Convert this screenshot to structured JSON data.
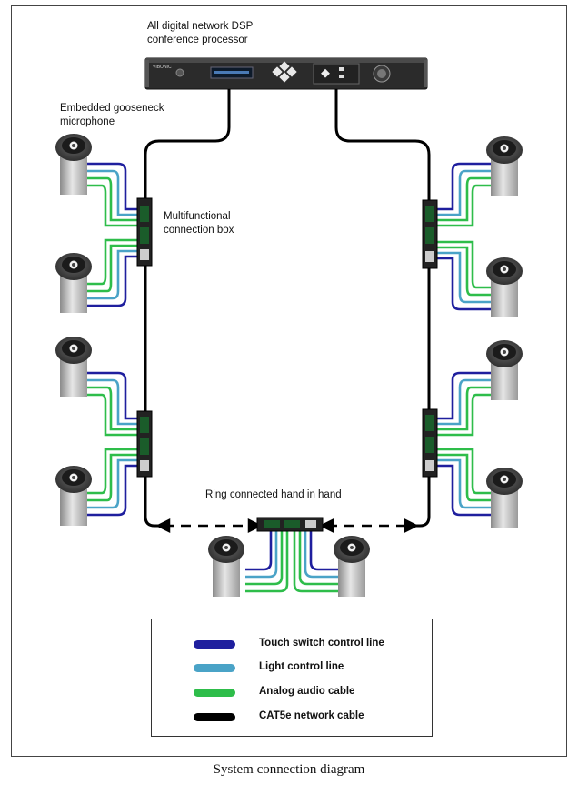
{
  "labels": {
    "processor": "All digital network DSP\nconference processor",
    "microphone": "Embedded gooseneck\nmicrophone",
    "box": "Multifunctional\nconnection box",
    "ring": "Ring connected hand in hand",
    "brand": "VIBONIC"
  },
  "legend": [
    {
      "label": "Touch switch control line",
      "color": "#1f1f9e"
    },
    {
      "label": "Light control line",
      "color": "#4aa3c7"
    },
    {
      "label": "Analog audio cable",
      "color": "#2ebd4a"
    },
    {
      "label": "CAT5e network cable",
      "color": "#000000"
    }
  ],
  "caption": "System connection diagram"
}
